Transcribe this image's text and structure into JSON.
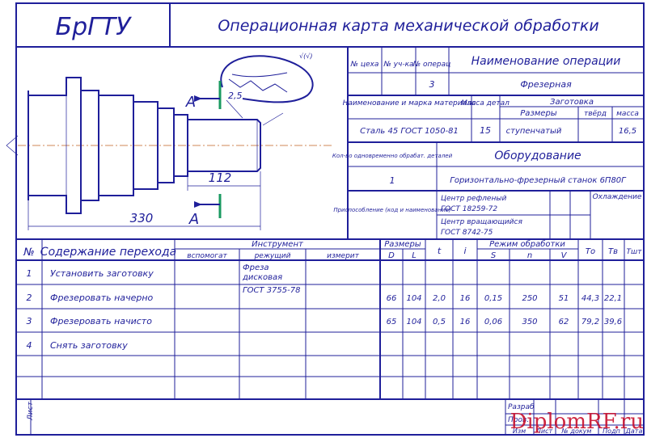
{
  "stamp": {
    "org": "БрГТУ",
    "title": "Операционная карта механической обработки",
    "watermark": "DiplomRF.ru"
  },
  "drawing": {
    "dim_length_total": "330",
    "dim_length_step": "112",
    "chamfer": "2,5",
    "section_letter": "А",
    "roughness": "√(√)"
  },
  "header": {
    "col_shop": "№ цеха",
    "col_section": "№ уч-ка",
    "col_operation": "№ операц",
    "col_op_name": "Наименование операции",
    "operation_no": "3",
    "operation_name": "Фрезерная",
    "material_label": "Наименование и марка материала",
    "mass_label": "Масса детал",
    "blank_label": "Заготовка",
    "sizes_label": "Размеры",
    "hardness_label": "твёрд",
    "blank_mass_label": "масса",
    "material": "Сталь 45 ГОСТ 1050-81",
    "part_mass": "15",
    "blank_type": "ступенчатый",
    "blank_mass": "16,5",
    "qty_label": "Кол-во одновременно обрабат. деталей",
    "qty": "1",
    "equipment_label": "Оборудование",
    "equipment": "Горизонтально-фрезерный станок 6П80Г",
    "fixture_label": "Приспособление (код и наименование)",
    "fixture_1a": "Центр рефленый",
    "fixture_1b": "ГОСТ 18259-72",
    "fixture_2a": "Центр вращающийся",
    "fixture_2b": "ГОСТ 8742-75",
    "coolant_label": "Охлаждение"
  },
  "table": {
    "col_no": "№",
    "col_content": "Содержание перехода",
    "col_tool": "Инструмент",
    "col_aux": "вспомогат",
    "col_cut": "режущий",
    "col_meas": "измерит",
    "col_sizes": "Размеры",
    "col_d": "D",
    "col_l": "L",
    "col_t": "t",
    "col_i": "i",
    "col_mode": "Режим обработки",
    "col_s": "S",
    "col_n": "n",
    "col_v": "V",
    "col_to": "Tо",
    "col_tv": "Tв",
    "col_tsht": "Tшт",
    "rows": [
      {
        "no": "1",
        "content": "Установить заготовку",
        "cut1": "Фреза",
        "cut2": "дисковая",
        "d": "",
        "l": "",
        "t": "",
        "i": "",
        "s": "",
        "n": "",
        "v": "",
        "to": "",
        "tv": ""
      },
      {
        "no": "2",
        "content": "Фрезеровать начерно",
        "cut1": "ГОСТ 3755-78",
        "cut2": "",
        "d": "66",
        "l": "104",
        "t": "2,0",
        "i": "16",
        "s": "0,15",
        "n": "250",
        "v": "51",
        "to": "44,3",
        "tv": "22,1"
      },
      {
        "no": "3",
        "content": "Фрезеровать начисто",
        "cut1": "",
        "cut2": "",
        "d": "65",
        "l": "104",
        "t": "0,5",
        "i": "16",
        "s": "0,06",
        "n": "350",
        "v": "62",
        "to": "79,2",
        "tv": "39,6"
      },
      {
        "no": "4",
        "content": "Снять заготовку",
        "cut1": "",
        "cut2": "",
        "d": "",
        "l": "",
        "t": "",
        "i": "",
        "s": "",
        "n": "",
        "v": "",
        "to": "",
        "tv": ""
      }
    ]
  },
  "footer": {
    "sheet_label": "Лист",
    "developed": "Разраб",
    "checked": "Пров.",
    "col_izm": "Изм",
    "col_list": "Лист",
    "col_doc": "№ докум",
    "col_sign": "Подп",
    "col_date": "Дата"
  }
}
